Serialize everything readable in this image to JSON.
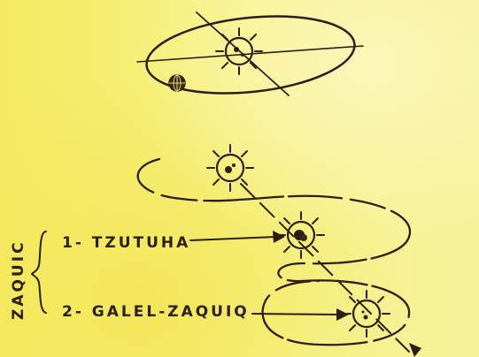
{
  "diagram": {
    "side_label": "ZAQUIC",
    "items": [
      {
        "label": "1- TZUTUHA"
      },
      {
        "label": "2- GALEL-ZAQUIQ"
      }
    ],
    "colors": {
      "ink": "#2b1f14",
      "paper": "#f6ee6a",
      "sun_fill": "#f7f0b0"
    }
  }
}
